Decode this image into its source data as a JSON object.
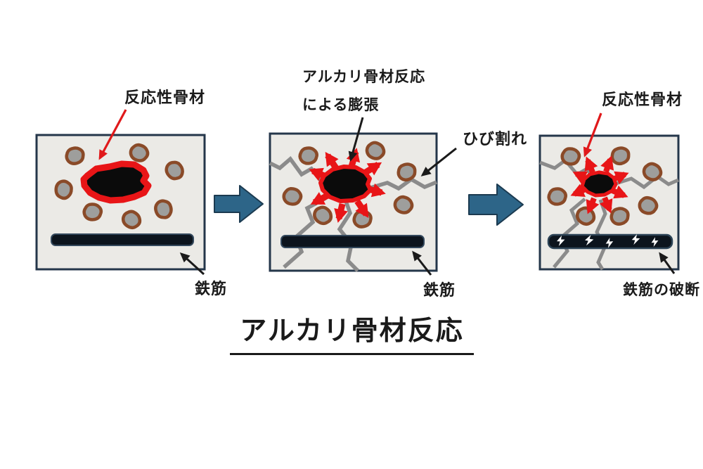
{
  "diagram": {
    "title": "アルカリ骨材反応",
    "stage1": {
      "reactive_aggregate_label": "反応性骨材",
      "rebar_label": "鉄筋"
    },
    "stage2": {
      "expansion_label_line1": "アルカリ骨材反応",
      "expansion_label_line2": "による膨張",
      "crack_label": "ひび割れ",
      "rebar_label": "鉄筋"
    },
    "stage3": {
      "reactive_aggregate_label": "反応性骨材",
      "rebar_fracture_label": "鉄筋の破断"
    },
    "icons": {
      "stage_transition": "blue-right-block-arrow",
      "expansion": "red-radiating-arrows",
      "rebar_fracture": "white-lightning-bolts",
      "pointer_red": "red-annotation-arrow",
      "pointer_black": "black-annotation-arrow"
    },
    "colors": {
      "background": "#ffffff",
      "panel_background": "#ebeae6",
      "panel_border": "#24364a",
      "reactive_aggregate_red": "#e81517",
      "annotation_red": "#e0191b",
      "annotation_black": "#1a1a1a",
      "aggregate_outline_brown": "#8a4a28",
      "aggregate_fill_gray": "#9e9e9c",
      "crack_gray": "#8b8b8b",
      "rebar_black": "#0c141d",
      "stage_arrow_blue": "#2d6588",
      "text": "#1a1a1a"
    }
  }
}
